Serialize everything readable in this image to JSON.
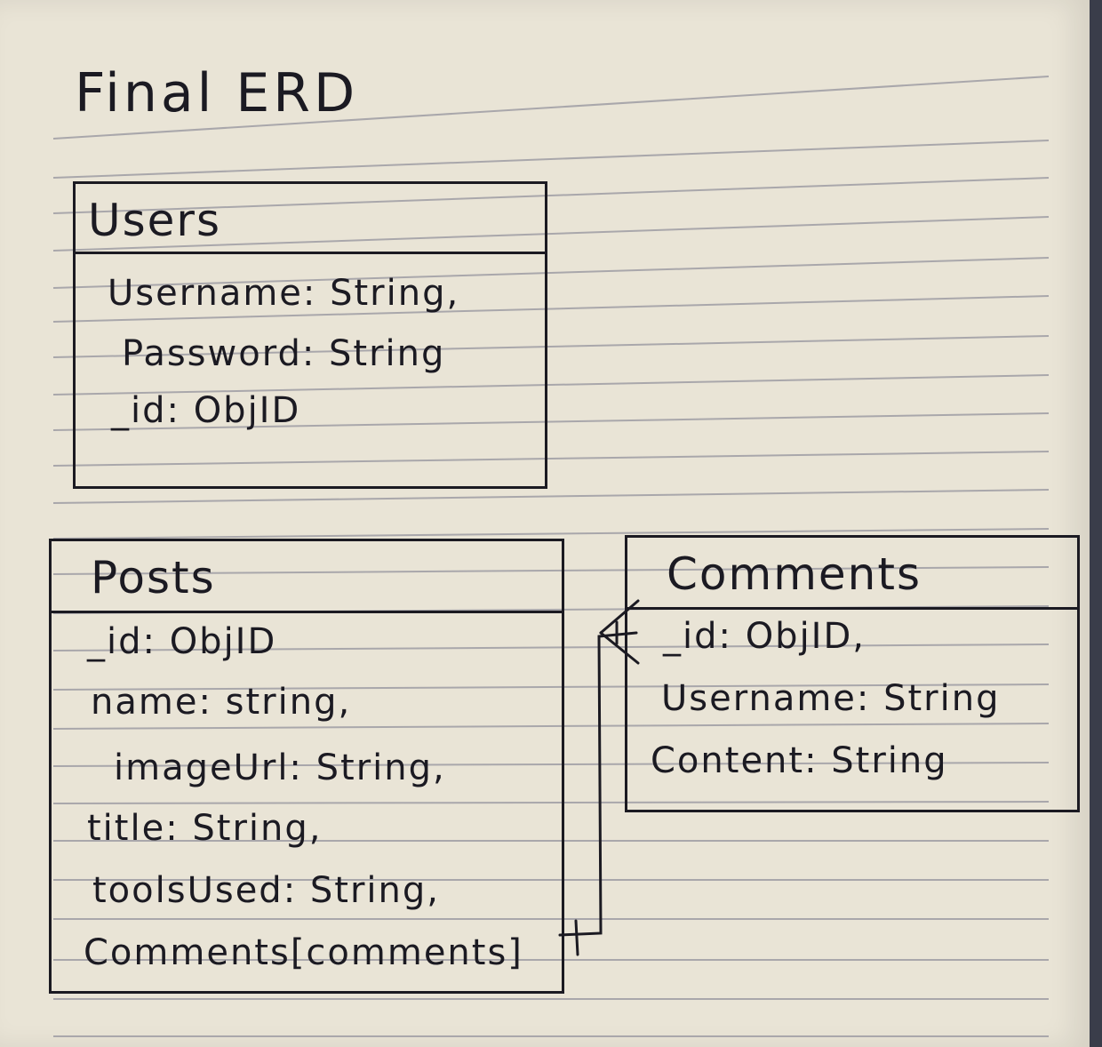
{
  "title": "Final ERD",
  "entities": {
    "users": {
      "name": "Users",
      "attributes": [
        "Username: String,",
        "Password: String",
        "_id: ObjID"
      ]
    },
    "posts": {
      "name": "Posts",
      "attributes": [
        "_id: ObjID",
        "name: string,",
        "imageUrl: String,",
        "title: String,",
        "toolsUsed: String,",
        "Comments[comments]"
      ]
    },
    "comments": {
      "name": "Comments",
      "attributes": [
        "_id: ObjID,",
        "Username: String",
        "Content: String"
      ]
    }
  },
  "colors": {
    "paper": "#e9e4d6",
    "ink": "#1b1a22",
    "rule": "#a9a7ab"
  }
}
